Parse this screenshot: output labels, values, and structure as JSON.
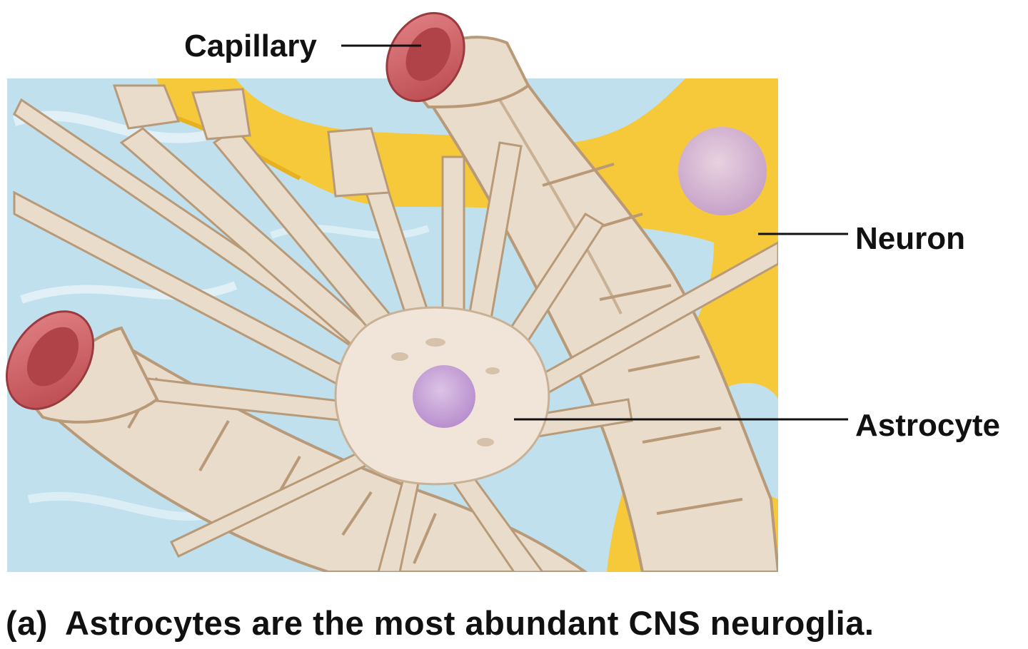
{
  "labels": {
    "capillary": "Capillary",
    "neuron": "Neuron",
    "astrocyte": "Astrocyte"
  },
  "caption": {
    "part": "(a)",
    "text": "Astrocytes are the most abundant CNS neuroglia."
  },
  "colors": {
    "background_fluid": "#bfe0ec",
    "neuron": "#f6c93a",
    "astrocyte": "#eadccb",
    "astrocyte_outline": "#b89a78",
    "capillary_lumen": "#d9666a",
    "nucleus": "#c7a3d6"
  }
}
